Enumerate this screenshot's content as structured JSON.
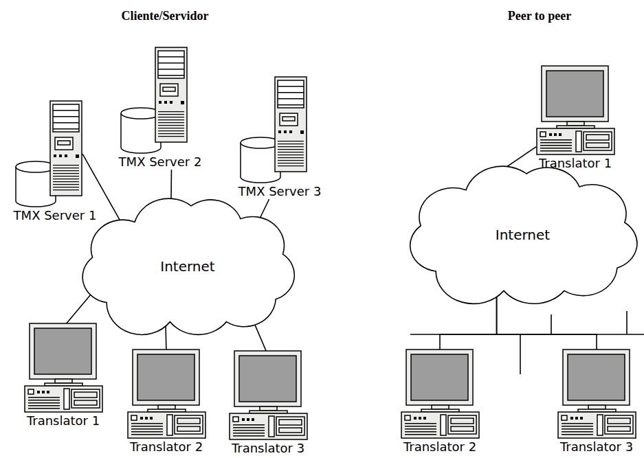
{
  "diagram": {
    "nodes": [
      {
        "text": [
          "TMX Server 1"
        ]
      },
      {
        "text": [
          "TMX Server 2"
        ]
      },
      {
        "text": [
          "TMX Server 3"
        ]
      },
      {
        "text": [
          "Internet"
        ]
      },
      {
        "text": [
          "Translator 1"
        ]
      },
      {
        "text": [
          "Translator 2"
        ]
      },
      {
        "text": [
          "Translator 3"
        ]
      },
      {
        "text": [
          "Translator 1"
        ]
      },
      {
        "text": [
          "Internet"
        ]
      },
      {
        "text": [
          "Translator 2"
        ]
      },
      {
        "text": [
          "Translator 3"
        ]
      }
    ],
    "edges": [
      {
        "from": 0,
        "to": 3,
        "arrow": "none"
      },
      {
        "from": 1,
        "to": 3,
        "arrow": "none"
      },
      {
        "from": 2,
        "to": 3,
        "arrow": "none"
      },
      {
        "from": 3,
        "to": 4,
        "arrow": "none"
      },
      {
        "from": 3,
        "to": 5,
        "arrow": "none"
      },
      {
        "from": 3,
        "to": 6,
        "arrow": "none"
      },
      {
        "from": 7,
        "to": 8,
        "arrow": "none"
      },
      {
        "from": 8,
        "to": 9,
        "arrow": "none"
      },
      {
        "from": 8,
        "to": 10,
        "arrow": "none"
      }
    ],
    "labels": [
      "Cliente/Servidor",
      "Peer to peer"
    ]
  }
}
